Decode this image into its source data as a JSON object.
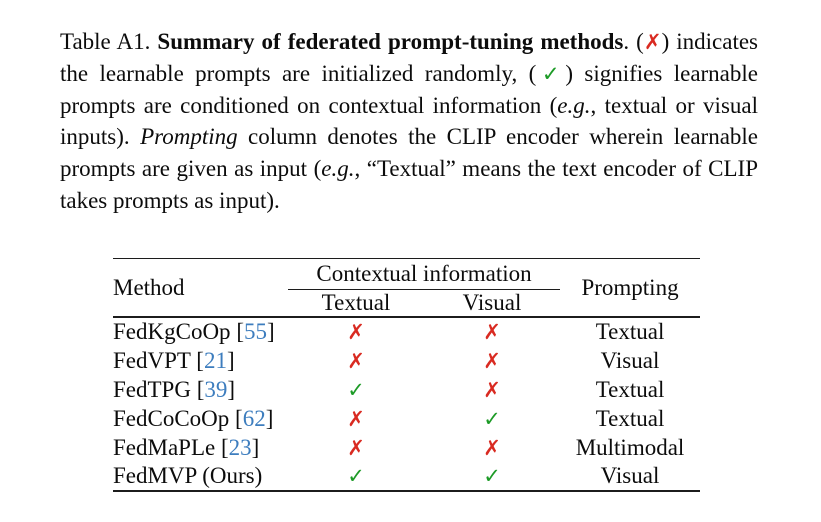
{
  "colors": {
    "cross": "#d92a21",
    "check": "#1d9b27",
    "citation": "#3d7dbe",
    "ink": "#0c0c0c",
    "rule": "#1c1c1c",
    "page": "#ffffff"
  },
  "caption": {
    "segments": [
      "Table A1. ",
      "Summary of federated prompt-tuning methods",
      ". (",
      "✗",
      ") indicates the learnable prompts are initialized randomly, (",
      "✓",
      ") sig­nifies learnable prompts are conditioned on contextual informa­tion (",
      "e.g.",
      ", textual or visual inputs). ",
      "Prompting",
      " column denotes the CLIP encoder wherein learnable prompts are given as input (",
      "e.g.",
      ", “Textual” means the text encoder of CLIP takes prompts as input)."
    ]
  },
  "table": {
    "header": {
      "method": "Method",
      "contextual_group": "Contextual information",
      "textual": "Textual",
      "visual": "Visual",
      "prompting": "Prompting"
    },
    "marks": {
      "cross_glyph": "✗",
      "check_glyph": "✓"
    },
    "rows": [
      {
        "name": "FedKgCoOp",
        "bracket_open": " [",
        "cite": "55",
        "bracket_close": "]",
        "textual": "✗",
        "visual": "✗",
        "prompting": "Textual"
      },
      {
        "name": "FedVPT",
        "bracket_open": " [",
        "cite": "21",
        "bracket_close": "]",
        "textual": "✗",
        "visual": "✗",
        "prompting": "Visual"
      },
      {
        "name": "FedTPG",
        "bracket_open": " [",
        "cite": "39",
        "bracket_close": "]",
        "textual": "✓",
        "visual": "✗",
        "prompting": "Textual"
      },
      {
        "name": "FedCoCoOp",
        "bracket_open": " [",
        "cite": "62",
        "bracket_close": "]",
        "textual": "✗",
        "visual": "✓",
        "prompting": "Textual"
      },
      {
        "name": "FedMaPLe",
        "bracket_open": " [",
        "cite": "23",
        "bracket_close": "]",
        "textual": "✗",
        "visual": "✗",
        "prompting": "Multimodal"
      },
      {
        "name": "FedMVP (Ours)",
        "bracket_open": "",
        "cite": "",
        "bracket_close": "",
        "textual": "✓",
        "visual": "✓",
        "prompting": "Visual"
      }
    ]
  }
}
